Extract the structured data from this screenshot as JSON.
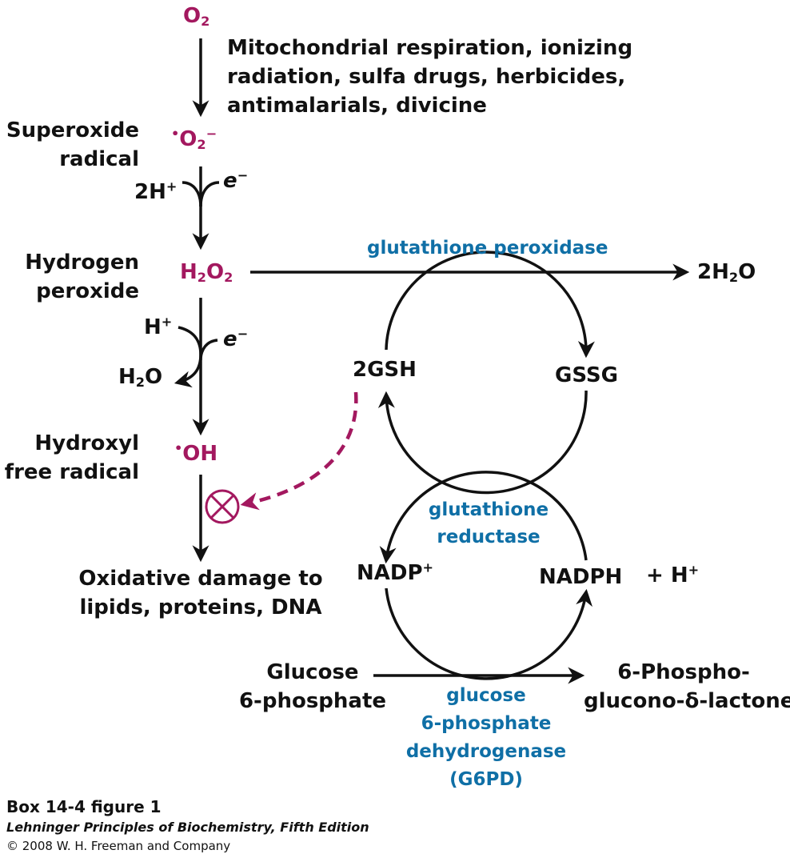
{
  "colors": {
    "species": "#a3185f",
    "enzyme": "#0f6fa6",
    "arrow": "#111111"
  },
  "left_chain": {
    "o2": {
      "base": "O",
      "sub": "2"
    },
    "sources": [
      "Mitochondrial respiration, ionizing",
      "radiation, sulfa drugs, herbicides,",
      "antimalarials, divicine"
    ],
    "superoxide": {
      "label": [
        "Superoxide",
        "radical"
      ],
      "dot": "•",
      "base": "O",
      "sub": "2",
      "sup": "−"
    },
    "step1": {
      "h": "2H",
      "h_sup": "+",
      "e": "e",
      "e_sup": "−"
    },
    "peroxide": {
      "label": [
        "Hydrogen",
        "peroxide"
      ],
      "h": "H",
      "h_sub": "2",
      "o": "O",
      "o_sub": "2"
    },
    "step2": {
      "h": "H",
      "h_sup": "+",
      "e": "e",
      "e_sup": "−",
      "water_h": "H",
      "water_sub": "2",
      "water_o": "O"
    },
    "hydroxyl": {
      "label": [
        "Hydroxyl",
        "free radical"
      ],
      "dot": "•",
      "base": "OH"
    },
    "inhibit_icon": "circle-x-icon",
    "damage": [
      "Oxidative damage to",
      "lipids, proteins, DNA"
    ]
  },
  "peroxidase": {
    "enzyme": "glutathione peroxidase",
    "product_coef": "2H",
    "product_sub": "2",
    "product_o": "O"
  },
  "glutathione_cycle": {
    "left": "2GSH",
    "right": "GSSG"
  },
  "reductase": {
    "enzyme": [
      "glutathione",
      "reductase"
    ],
    "left": "NADP",
    "left_sup": "+",
    "right": "NADPH",
    "extra": "+ H",
    "extra_sup": "+"
  },
  "g6pd": {
    "substrate": [
      "Glucose",
      "6-phosphate"
    ],
    "product": [
      "6-Phospho-",
      "glucono-δ-lactone"
    ],
    "enzyme": [
      "glucose",
      "6-phosphate",
      "dehydrogenase",
      "(G6PD)"
    ]
  },
  "caption": {
    "title": "Box 14-4 figure 1",
    "book": "Lehninger Principles of Biochemistry, Fifth Edition",
    "copyright": "© 2008 W. H. Freeman and Company"
  }
}
